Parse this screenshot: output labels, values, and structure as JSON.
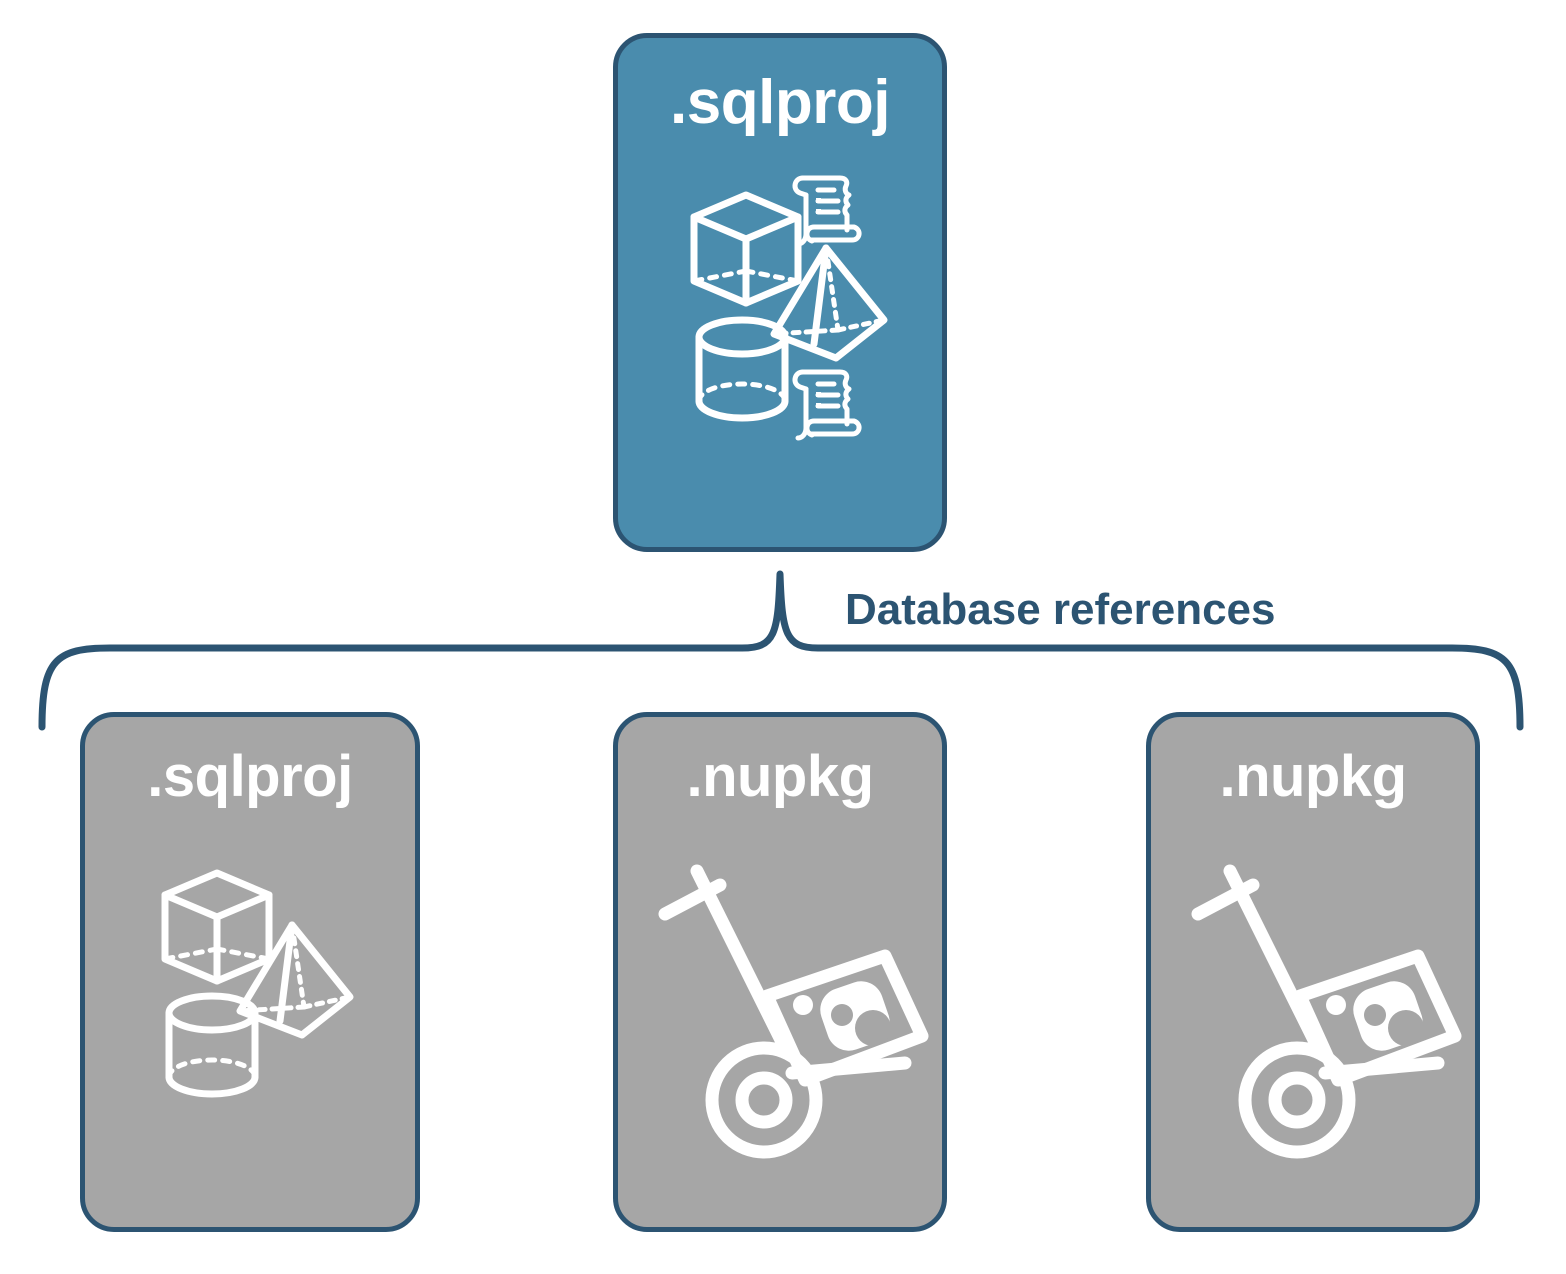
{
  "diagram": {
    "title_text": "Database references",
    "colors": {
      "primary_fill": "#4a8cad",
      "secondary_fill": "#a6a6a6",
      "stroke": "#2c5472",
      "label_text": "#ffffff",
      "connector_label_text": "#2c5472",
      "background": "#ffffff"
    },
    "root": {
      "label": ".sqlproj",
      "kind": "sqlproj-project",
      "icons": [
        "cube-icon",
        "scroll-icon",
        "pyramid-icon",
        "cylinder-icon",
        "scroll-icon"
      ]
    },
    "connector": {
      "label": "Database references",
      "style": "curly-brace",
      "name": "database-references-brace"
    },
    "references": [
      {
        "label": ".sqlproj",
        "kind": "sqlproj-project",
        "icons": [
          "cube-icon",
          "pyramid-icon",
          "cylinder-icon"
        ]
      },
      {
        "label": ".nupkg",
        "kind": "nuget-package",
        "icons": [
          "hand-truck-icon",
          "package-box-icon",
          "nuget-logo-icon"
        ]
      },
      {
        "label": ".nupkg",
        "kind": "nuget-package",
        "icons": [
          "hand-truck-icon",
          "package-box-icon",
          "nuget-logo-icon"
        ]
      }
    ]
  }
}
